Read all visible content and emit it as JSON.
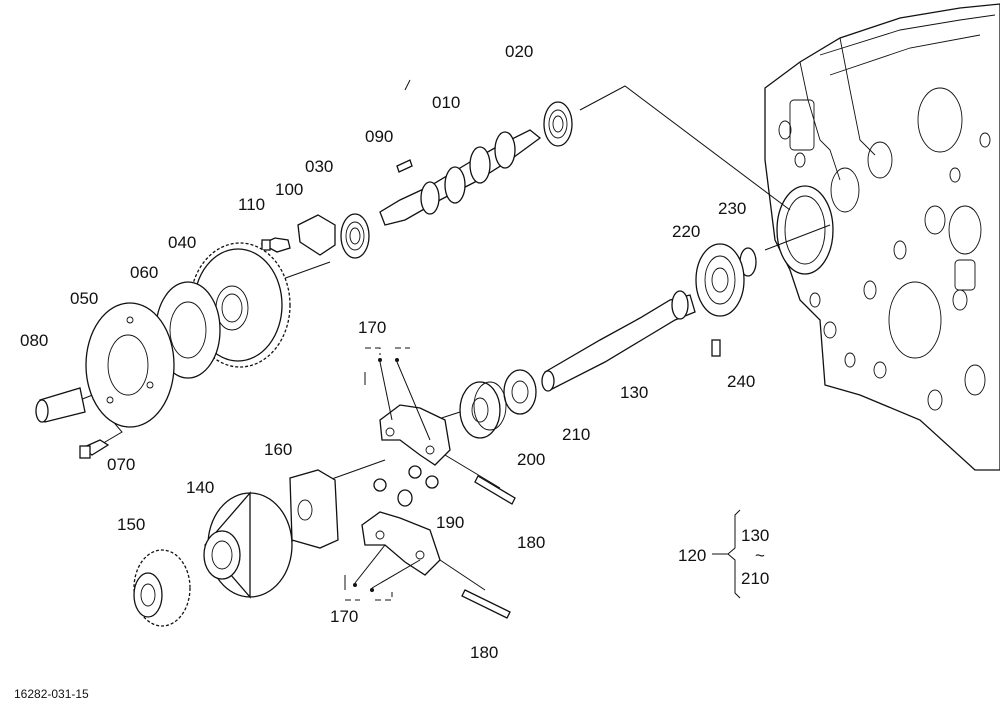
{
  "drawing_number": "16282-031-15",
  "callouts": {
    "c010": "010",
    "c020": "020",
    "c030": "030",
    "c040": "040",
    "c050": "050",
    "c060": "060",
    "c070": "070",
    "c080": "080",
    "c090": "090",
    "c100": "100",
    "c110": "110",
    "c130": "130",
    "c140": "140",
    "c150": "150",
    "c160": "160",
    "c170_top": "170",
    "c170_bottom": "170",
    "c180_top": "180",
    "c180_bottom": "180",
    "c190": "190",
    "c200": "200",
    "c210": "210",
    "c220": "220",
    "c230": "230",
    "c240": "240"
  },
  "assembly_group": {
    "number": "120",
    "range_start": "130",
    "range_symbol": "~",
    "range_end": "210"
  }
}
